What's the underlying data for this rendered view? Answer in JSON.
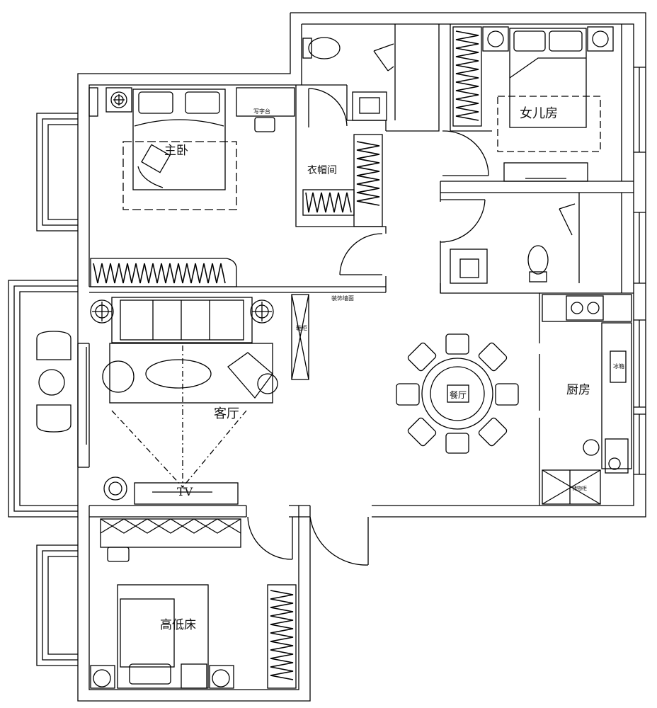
{
  "plan": {
    "rooms": {
      "master_bedroom": "主卧",
      "walk_in_closet": "衣帽间",
      "daughter_room": "女儿房",
      "living_room": "客厅",
      "dining": "餐厅",
      "kitchen": "厨房",
      "bunk_bed_room": "高低床"
    },
    "annotations": {
      "tv": "TV",
      "desk": "写字台",
      "shoe_cabinet": "鞋柜",
      "wall_note": "装饰墙面",
      "fridge": "冰箱",
      "cabinet": "储物柜"
    }
  }
}
